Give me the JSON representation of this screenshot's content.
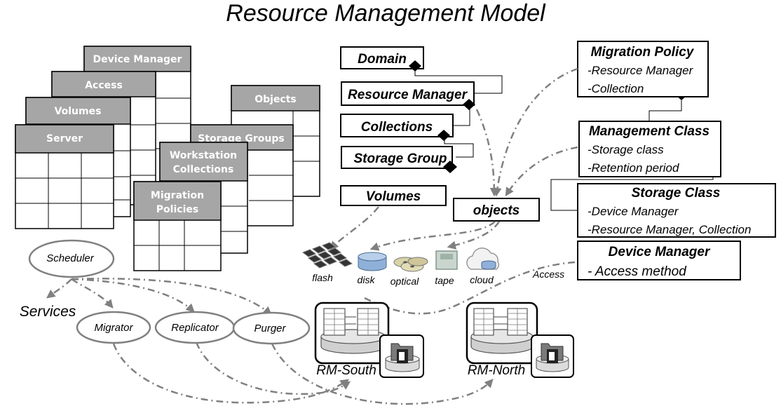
{
  "title": "Resource Management Model",
  "tables": {
    "device_manager": "Device Manager",
    "access": "Access",
    "volumes": "Volumes",
    "server": "Server",
    "objects": "Objects",
    "storage_groups": "Storage Groups",
    "workstation_collections_1": "Workstation",
    "workstation_collections_2": "Collections",
    "migration_policies_1": "Migration",
    "migration_policies_2": "Policies"
  },
  "model": {
    "domain": "Domain",
    "resource_manager": "Resource Manager",
    "collections": "Collections",
    "storage_group": "Storage Group",
    "volumes": "Volumes",
    "objects": "objects"
  },
  "right": {
    "migration_policy": {
      "title": "Migration Policy",
      "line1": "-Resource Manager",
      "line2": "-Collection"
    },
    "management_class": {
      "title": "Management Class",
      "line1": "-Storage class",
      "line2": "-Retention period"
    },
    "storage_class": {
      "title": "Storage Class",
      "line1": "-Device Manager",
      "line2": "-Resource Manager, Collection"
    },
    "device_manager": {
      "title": "Device Manager",
      "line1": "- Access method"
    }
  },
  "access_label": "Access",
  "media": {
    "flash": "flash",
    "disk": "disk",
    "optical": "optical",
    "tape": "tape",
    "cloud": "cloud"
  },
  "services": {
    "scheduler": "Scheduler",
    "label": "Services",
    "migrator": "Migrator",
    "replicator": "Replicator",
    "purger": "Purger"
  },
  "servers": {
    "south": "RM-South",
    "north": "RM-North"
  },
  "icons": [
    "flash-chips-icon",
    "disk-icon",
    "optical-discs-icon",
    "tape-icon",
    "cloud-icon",
    "database-server-icon",
    "folder-drive-icon"
  ]
}
